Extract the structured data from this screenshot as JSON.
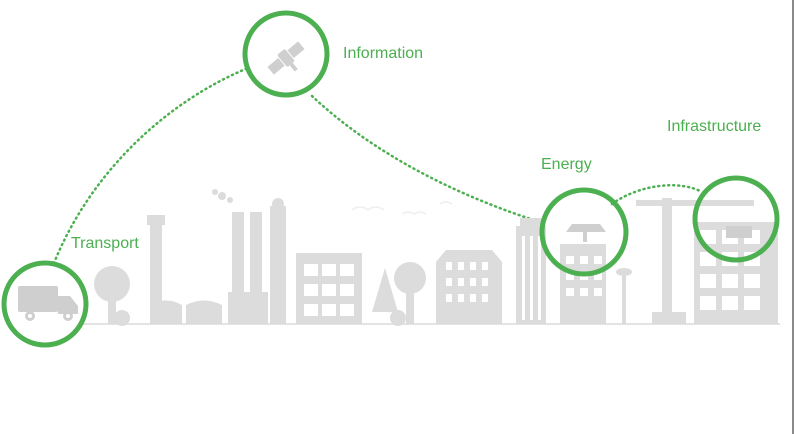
{
  "labels": {
    "information": "Information",
    "infrastructure": "Infrastructure",
    "energy": "Energy",
    "transport": "Transport"
  },
  "colors": {
    "accent": "#4caf50",
    "buildings": "#d9d9d9",
    "background": "#ffffff"
  },
  "icons": [
    "satellite-icon",
    "van-icon",
    "solar-panel-icon",
    "crane-icon"
  ]
}
